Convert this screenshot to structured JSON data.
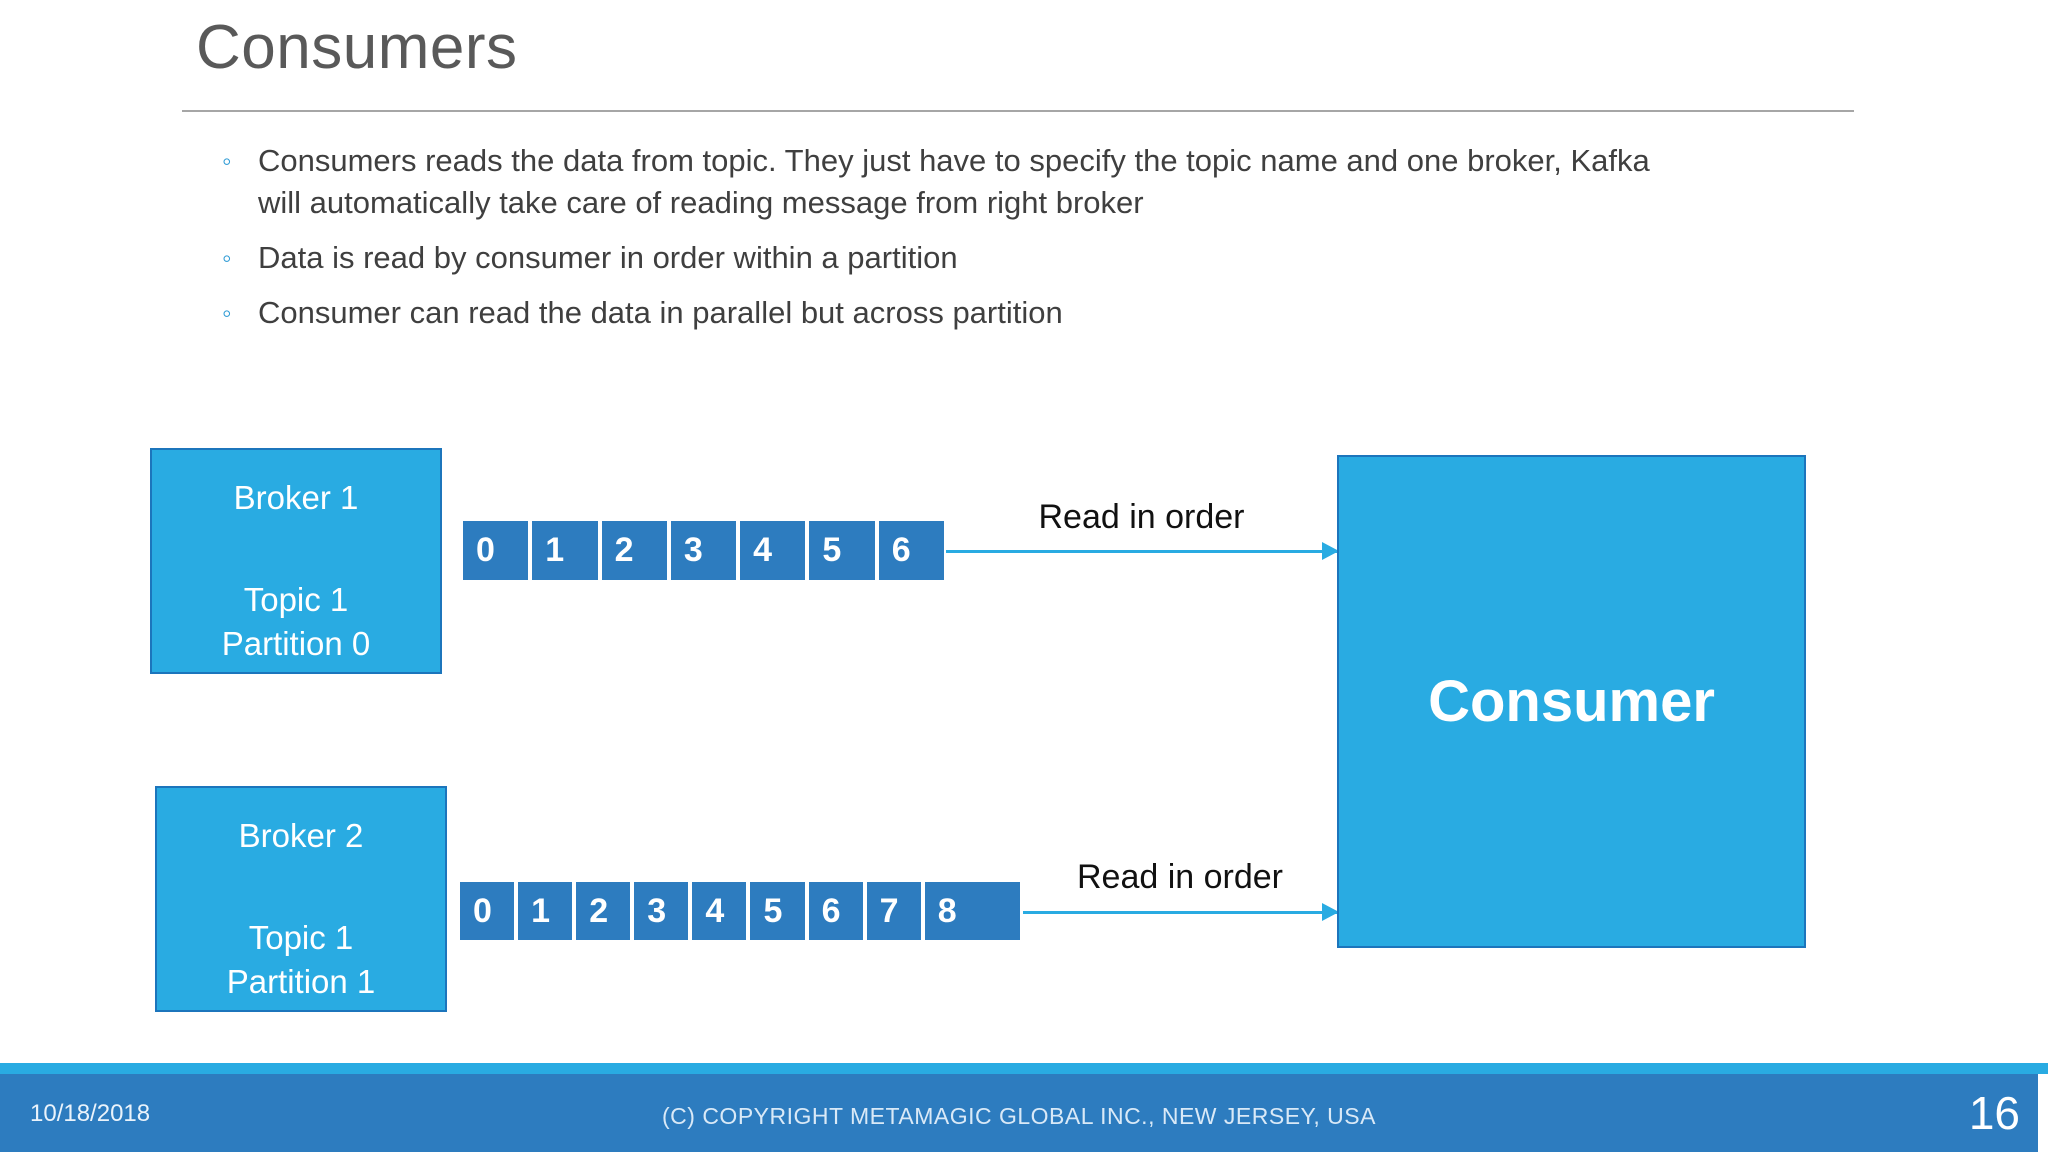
{
  "slide": {
    "title": "Consumers",
    "bullets": [
      {
        "lines": [
          "Consumers reads the data from topic. They just have to specify the topic name and one broker, Kafka",
          "will automatically take care of reading message from right broker"
        ]
      },
      {
        "lines": [
          "Data is read by consumer in order within a partition"
        ]
      },
      {
        "lines": [
          "Consumer can read the data in parallel but across partition"
        ]
      }
    ],
    "diagram": {
      "groups": [
        {
          "broker_name": "Broker 1",
          "topic": "Topic 1",
          "partition": "Partition 0",
          "cells": [
            "0",
            "1",
            "2",
            "3",
            "4",
            "5",
            "6"
          ],
          "arrow_label": "Read in order"
        },
        {
          "broker_name": "Broker 2",
          "topic": "Topic 1",
          "partition": "Partition 1",
          "cells": [
            "0",
            "1",
            "2",
            "3",
            "4",
            "5",
            "6",
            "7",
            "8"
          ],
          "arrow_label": "Read in order"
        }
      ],
      "consumer_label": "Consumer"
    },
    "footer": {
      "date": "10/18/2018",
      "copyright": "(C) COPYRIGHT METAMAGIC GLOBAL INC., NEW JERSEY, USA",
      "page_number": "16"
    },
    "colors": {
      "box_fill": "#29abe2",
      "box_border": "#1c75bc",
      "cell_fill": "#2d7cbf",
      "footer_bar": "#2d7cbf",
      "footer_strip": "#29abe2",
      "title_gray": "#595959",
      "body_text": "#3f3f3f",
      "bullet_marker": "#2e9bd5"
    }
  }
}
